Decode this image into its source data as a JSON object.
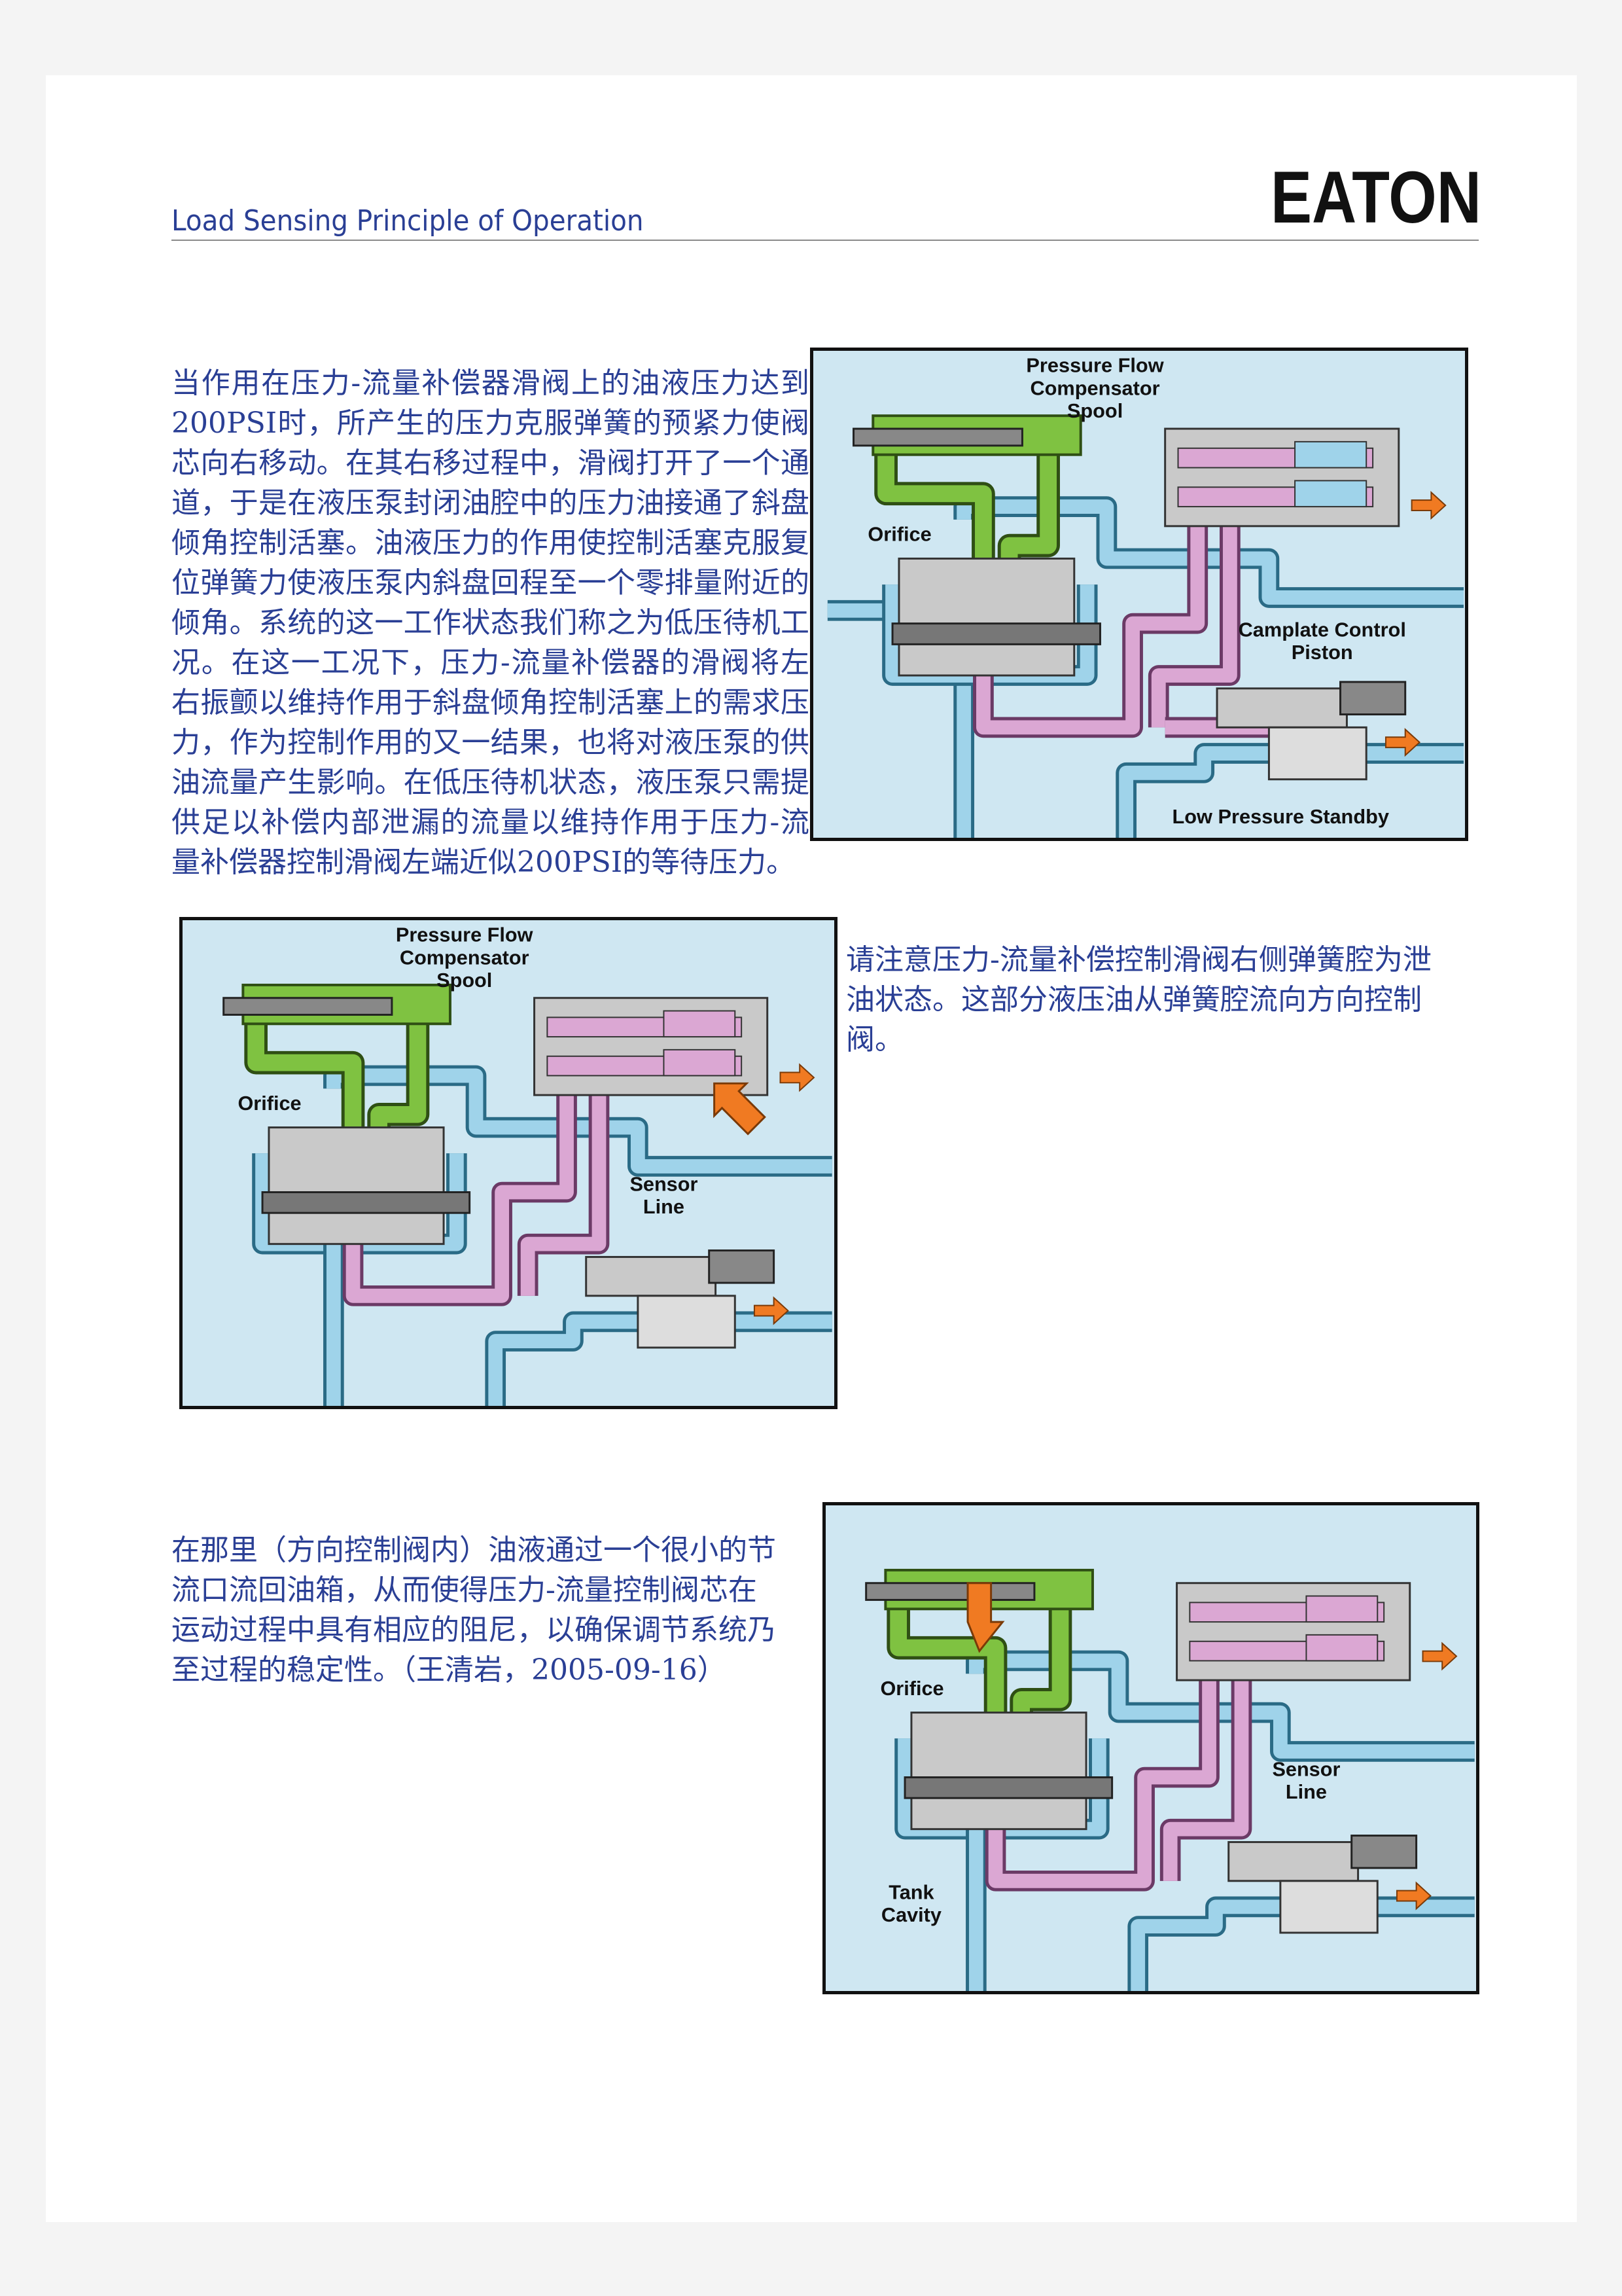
{
  "header": {
    "title": "Load Sensing Principle of Operation",
    "logo_text": "EATON"
  },
  "sections": [
    {
      "paragraph": "当作用在压力-流量补偿器滑阀上的油液压力达到200PSI时，所产生的压力克服弹簧的预紧力使阀芯向右移动。在其右移过程中，滑阀打开了一个通道，于是在液压泵封闭油腔中的压力油接通了斜盘倾角控制活塞。油液压力的作用使控制活塞克服复位弹簧力使液压泵内斜盘回程至一个零排量附近的倾角。系统的这一工作状态我们称之为低压待机工况。在这一工况下，压力-流量补偿器的滑阀将左右振颤以维持作用于斜盘倾角控制活塞上的需求压力，作为控制作用的又一结果，也将对液压泵的供油流量产生影响。在低压待机状态，液压泵只需提供足以补偿内部泄漏的流量以维持作用于压力-流量补偿器控制滑阀左端近似200PSI的等待压力。",
      "diagram_labels": {
        "compensator": [
          "Pressure Flow",
          "Compensator",
          "Spool"
        ],
        "orifice": "Orifice",
        "piston": [
          "Camplate Control",
          "Piston"
        ],
        "state": "Low Pressure Standby"
      }
    },
    {
      "paragraph": "请注意压力-流量补偿控制滑阀右侧弹簧腔为泄油状态。这部分液压油从弹簧腔流向方向控制阀。",
      "diagram_labels": {
        "compensator": [
          "Pressure Flow",
          "Compensator",
          "Spool"
        ],
        "orifice": "Orifice",
        "sensor": [
          "Sensor",
          "Line"
        ]
      }
    },
    {
      "paragraph": "在那里（方向控制阀内）油液通过一个很小的节流口流回油箱，从而使得压力-流量控制阀芯在运动过程中具有相应的阻尼，以确保调节系统乃至过程的稳定性。（王清岩，2005-09-16）",
      "diagram_labels": {
        "orifice": "Orifice",
        "sensor": [
          "Sensor",
          "Line"
        ],
        "tank": [
          "Tank",
          "Cavity"
        ]
      }
    }
  ],
  "colors": {
    "text_blue": "#2a3f95",
    "diagram_bg": "#cfe7f2",
    "green_oil": "#7fc241",
    "pink_oil": "#dba7d3",
    "blue_oil": "#9fd3ea",
    "arrow_orange": "#f07a22"
  }
}
